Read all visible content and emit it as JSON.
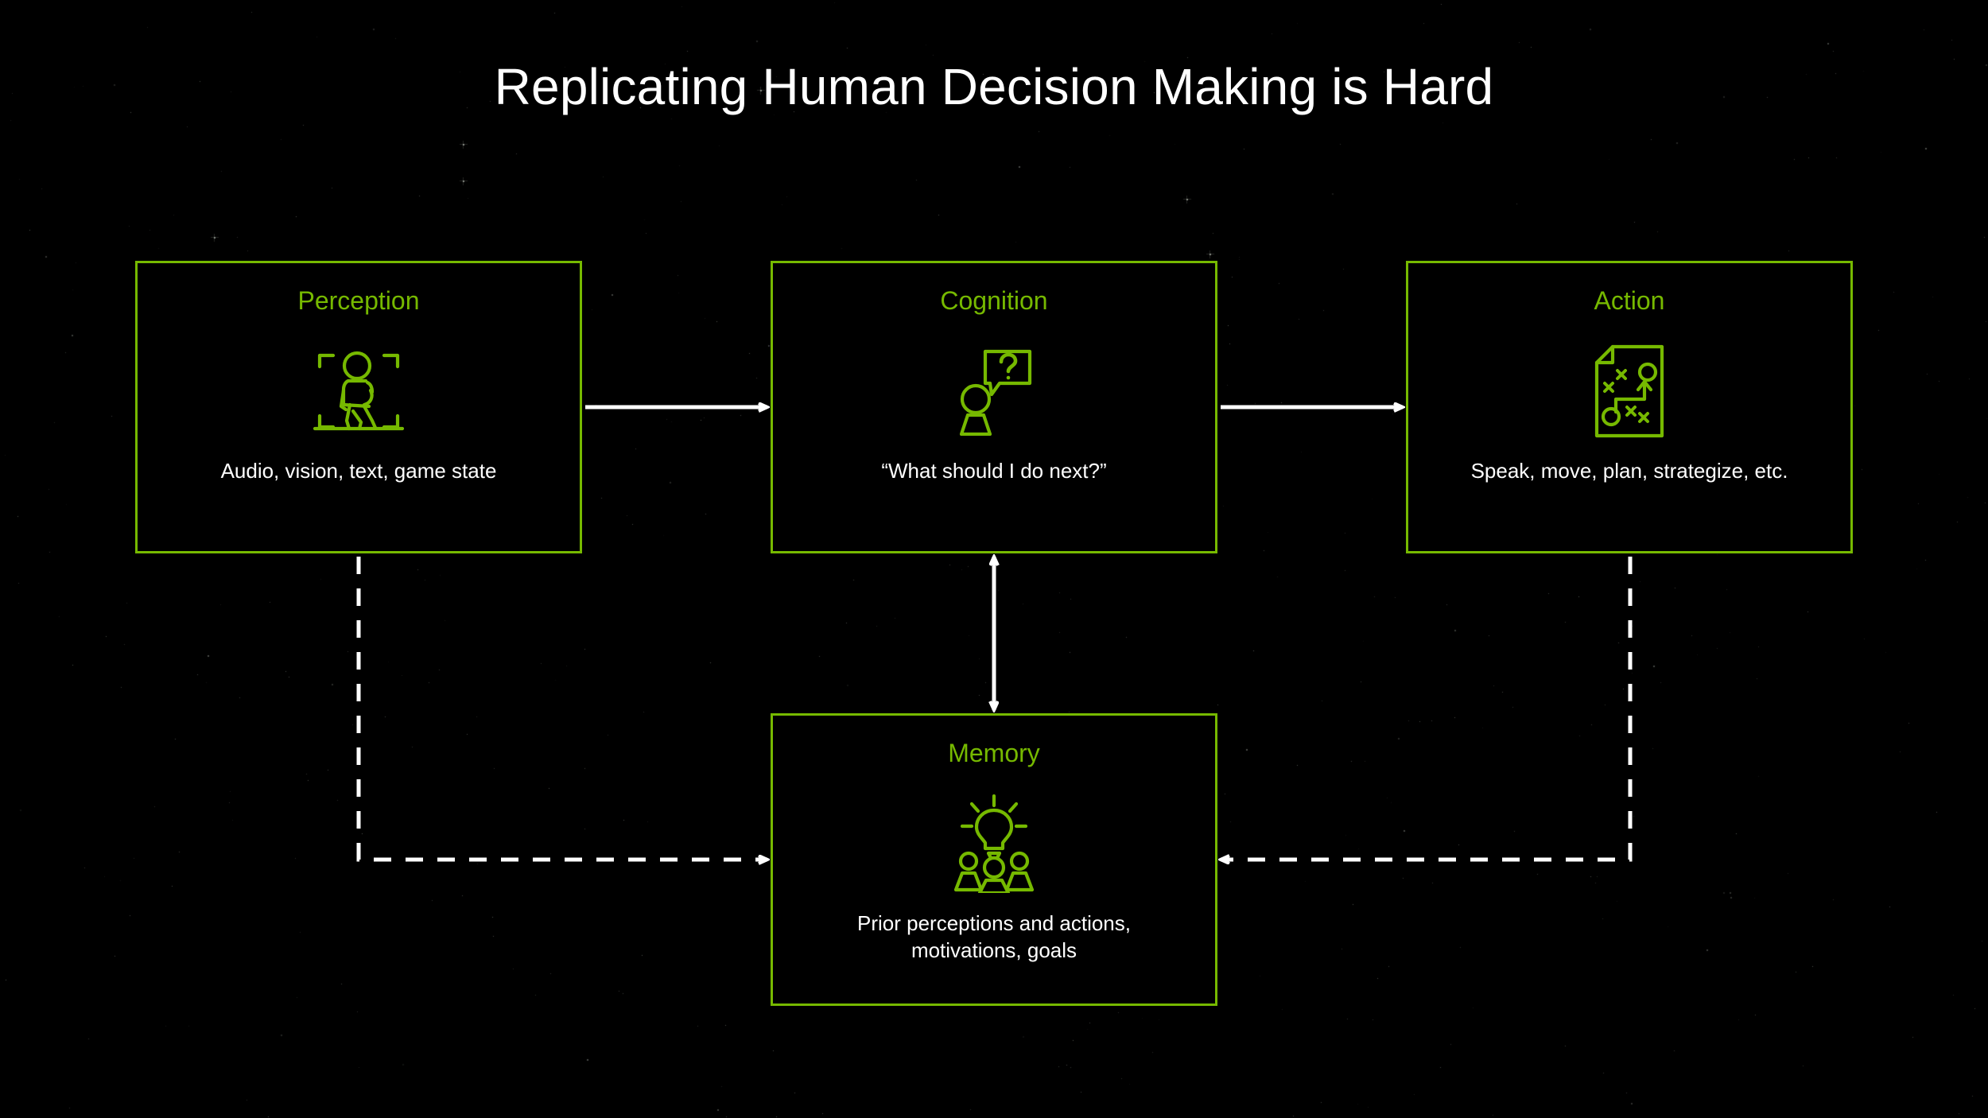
{
  "slide": {
    "title": "Replicating Human Decision Making is Hard",
    "background_color": "#000000",
    "accent_color": "#76b900",
    "text_color": "#ffffff"
  },
  "nodes": [
    {
      "id": "perception",
      "title": "Perception",
      "caption": "Audio, vision, text, game state",
      "icon": "walking-person-focus-brackets-icon"
    },
    {
      "id": "cognition",
      "title": "Cognition",
      "caption": "“What should I do next?”",
      "icon": "person-question-speech-bubble-icon"
    },
    {
      "id": "action",
      "title": "Action",
      "caption": "Speak, move, plan, strategize, etc.",
      "icon": "playbook-strategy-document-icon"
    },
    {
      "id": "memory",
      "title": "Memory",
      "caption": "Prior perceptions and actions,\nmotivations, goals",
      "icon": "lightbulb-over-people-icon"
    }
  ],
  "connectors": [
    {
      "id": "perception-to-cognition",
      "from": "perception",
      "to": "cognition",
      "style": "solid",
      "heads": "single",
      "color": "#ffffff"
    },
    {
      "id": "cognition-to-action",
      "from": "cognition",
      "to": "action",
      "style": "solid",
      "heads": "single",
      "color": "#ffffff"
    },
    {
      "id": "cognition-memory-bidirectional",
      "from": "cognition",
      "to": "memory",
      "style": "solid",
      "heads": "double",
      "color": "#ffffff"
    },
    {
      "id": "perception-to-memory",
      "from": "perception",
      "to": "memory",
      "style": "dashed",
      "heads": "single",
      "color": "#ffffff"
    },
    {
      "id": "action-to-memory",
      "from": "action",
      "to": "memory",
      "style": "dashed",
      "heads": "single",
      "color": "#ffffff"
    }
  ]
}
